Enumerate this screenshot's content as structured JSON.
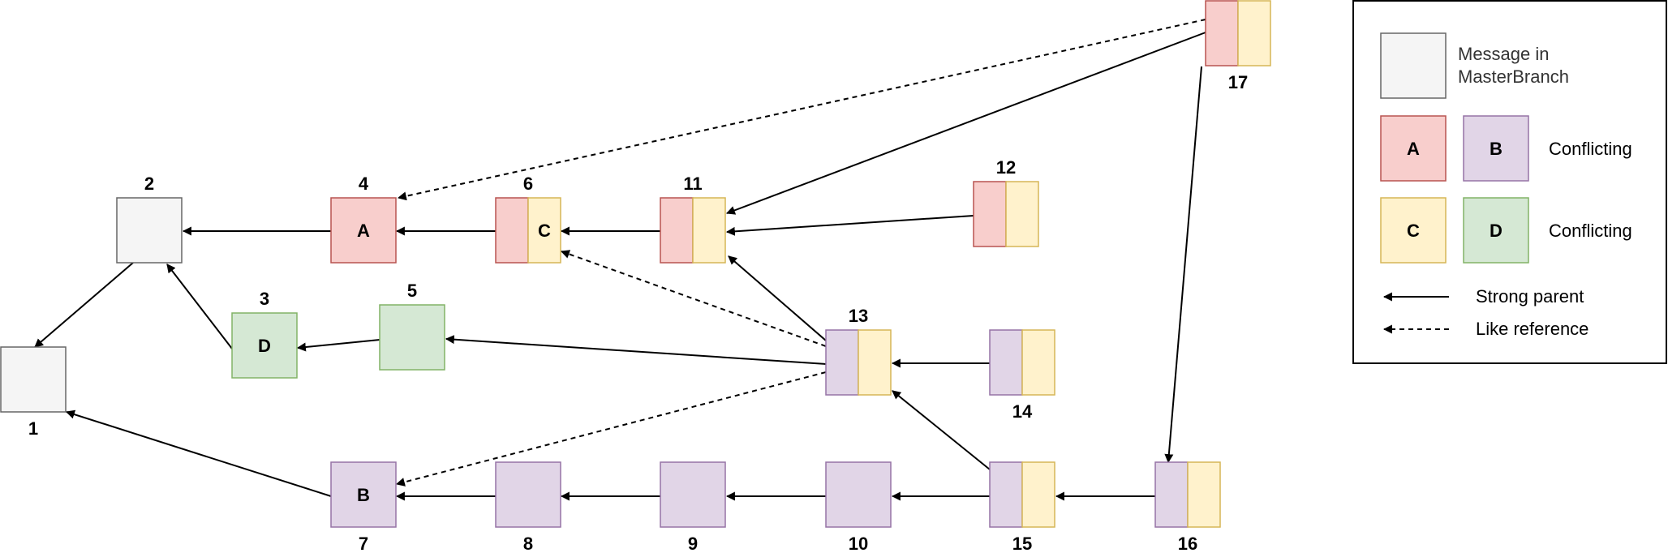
{
  "colors": {
    "gray_fill": "#f5f5f5",
    "gray_stroke": "#666666",
    "red_fill": "#f8cecc",
    "red_stroke": "#b85450",
    "purple_fill": "#e1d5e7",
    "purple_stroke": "#9673a6",
    "yellow_fill": "#fff2cc",
    "yellow_stroke": "#d6b656",
    "green_fill": "#d5e8d4",
    "green_stroke": "#82b366",
    "edge": "#000000"
  },
  "nodes": [
    {
      "id": "1",
      "label": "1",
      "tag": "",
      "colors": [
        "gray"
      ]
    },
    {
      "id": "2",
      "label": "2",
      "tag": "",
      "colors": [
        "gray"
      ]
    },
    {
      "id": "3",
      "label": "3",
      "tag": "D",
      "colors": [
        "green"
      ]
    },
    {
      "id": "4",
      "label": "4",
      "tag": "A",
      "colors": [
        "red"
      ]
    },
    {
      "id": "5",
      "label": "5",
      "tag": "",
      "colors": [
        "green"
      ]
    },
    {
      "id": "6",
      "label": "6",
      "tag": "C",
      "colors": [
        "red",
        "yellow"
      ]
    },
    {
      "id": "7",
      "label": "7",
      "tag": "B",
      "colors": [
        "purple"
      ]
    },
    {
      "id": "8",
      "label": "8",
      "tag": "",
      "colors": [
        "purple"
      ]
    },
    {
      "id": "9",
      "label": "9",
      "tag": "",
      "colors": [
        "purple"
      ]
    },
    {
      "id": "10",
      "label": "10",
      "tag": "",
      "colors": [
        "purple"
      ]
    },
    {
      "id": "11",
      "label": "11",
      "tag": "",
      "colors": [
        "red",
        "yellow"
      ]
    },
    {
      "id": "12",
      "label": "12",
      "tag": "",
      "colors": [
        "red",
        "yellow"
      ]
    },
    {
      "id": "13",
      "label": "13",
      "tag": "",
      "colors": [
        "purple",
        "yellow"
      ]
    },
    {
      "id": "14",
      "label": "14",
      "tag": "",
      "colors": [
        "purple",
        "yellow"
      ]
    },
    {
      "id": "15",
      "label": "15",
      "tag": "",
      "colors": [
        "purple",
        "yellow"
      ]
    },
    {
      "id": "16",
      "label": "16",
      "tag": "",
      "colors": [
        "purple",
        "yellow"
      ]
    },
    {
      "id": "17",
      "label": "17",
      "tag": "",
      "colors": [
        "red",
        "yellow"
      ]
    }
  ],
  "edges": [
    {
      "from": "2",
      "to": "1",
      "style": "strong"
    },
    {
      "from": "3",
      "to": "2",
      "style": "strong"
    },
    {
      "from": "4",
      "to": "2",
      "style": "strong"
    },
    {
      "from": "5",
      "to": "3",
      "style": "strong"
    },
    {
      "from": "6",
      "to": "4",
      "style": "strong"
    },
    {
      "from": "7",
      "to": "1",
      "style": "strong"
    },
    {
      "from": "8",
      "to": "7",
      "style": "strong"
    },
    {
      "from": "9",
      "to": "8",
      "style": "strong"
    },
    {
      "from": "10",
      "to": "9",
      "style": "strong"
    },
    {
      "from": "11",
      "to": "6",
      "style": "strong"
    },
    {
      "from": "12",
      "to": "11",
      "style": "strong"
    },
    {
      "from": "13",
      "to": "11",
      "style": "strong"
    },
    {
      "from": "13",
      "to": "5",
      "style": "strong"
    },
    {
      "from": "13",
      "to": "6",
      "style": "like"
    },
    {
      "from": "13",
      "to": "7",
      "style": "like"
    },
    {
      "from": "14",
      "to": "13",
      "style": "strong"
    },
    {
      "from": "15",
      "to": "10",
      "style": "strong"
    },
    {
      "from": "15",
      "to": "13",
      "style": "strong"
    },
    {
      "from": "16",
      "to": "15",
      "style": "strong"
    },
    {
      "from": "17",
      "to": "4",
      "style": "like"
    },
    {
      "from": "17",
      "to": "11",
      "style": "strong"
    },
    {
      "from": "17",
      "to": "16",
      "style": "strong"
    }
  ],
  "legend": {
    "master_label_line1": "Message in",
    "master_label_line2": "MasterBranch",
    "conflict_row1": {
      "left_tag": "A",
      "right_tag": "B",
      "label": "Conflicting"
    },
    "conflict_row2": {
      "left_tag": "C",
      "right_tag": "D",
      "label": "Conflicting"
    },
    "strong_label": "Strong parent",
    "like_label": "Like reference"
  }
}
